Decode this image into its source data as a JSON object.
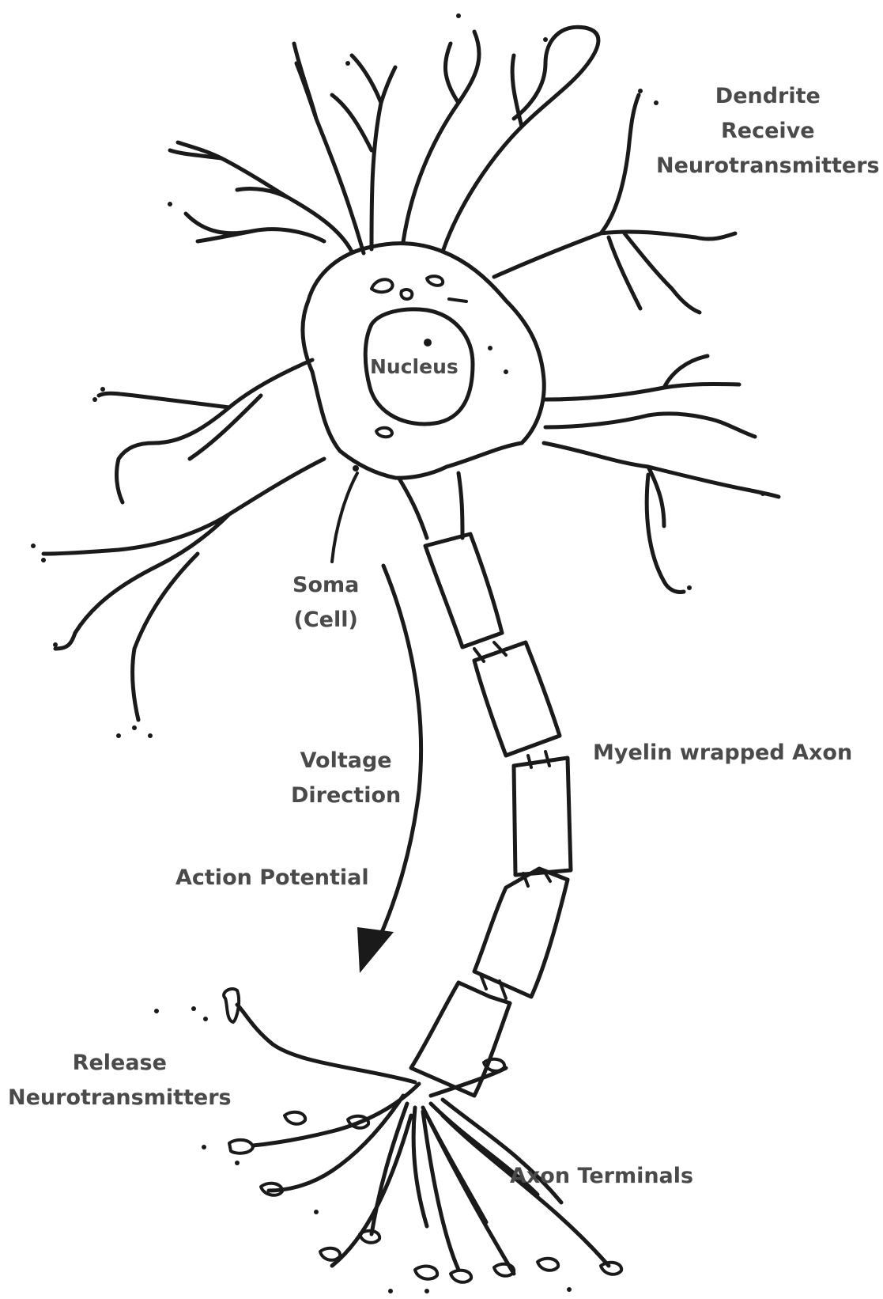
{
  "labels": {
    "dendrite": [
      "Dendrite",
      "Receive",
      "Neurotransmitters"
    ],
    "nucleus": "Nucleus",
    "soma": [
      "Soma",
      "(Cell)"
    ],
    "voltage": [
      "Voltage",
      "Direction"
    ],
    "action_potential": "Action Potential",
    "myelin": "Myelin wrapped Axon",
    "release": [
      "Release",
      "Neurotransmitters"
    ],
    "axon_terminals": "Axon Terminals"
  },
  "colors": {
    "ink": "#1a1a1a",
    "label_text": "#4a4a4a",
    "background": "#ffffff"
  }
}
